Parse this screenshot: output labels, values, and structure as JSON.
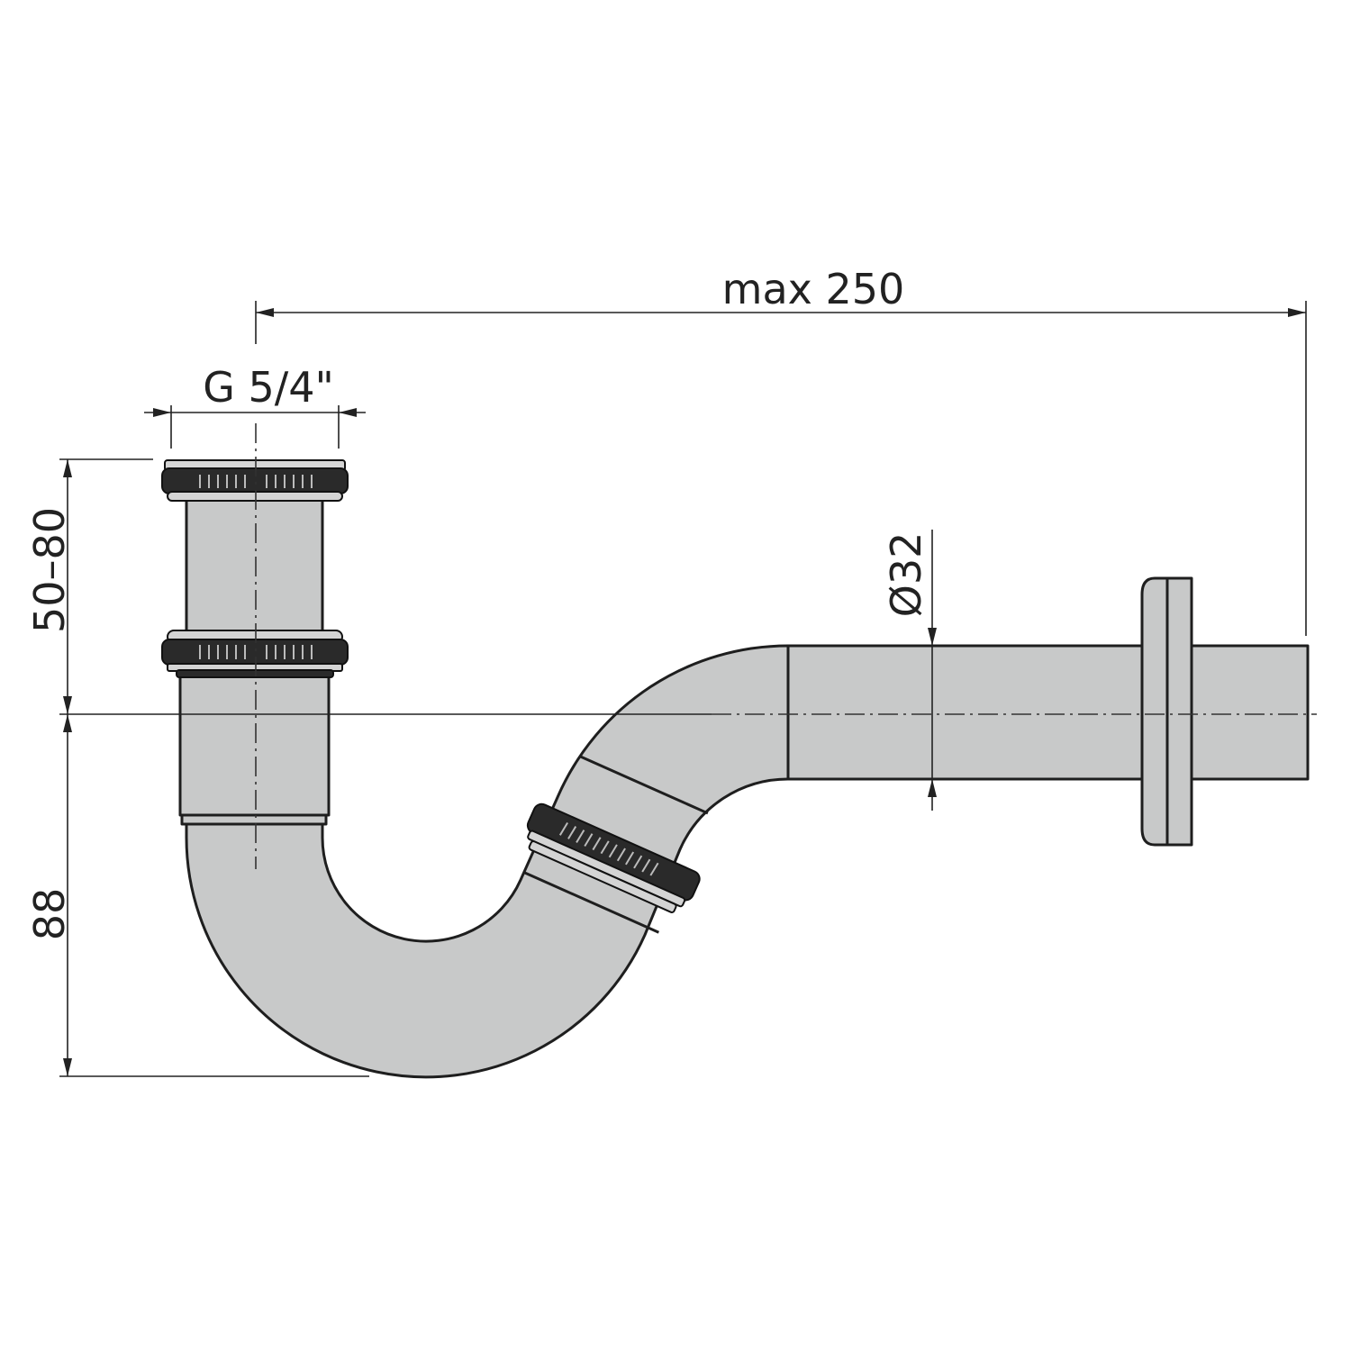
{
  "dimensions": {
    "overall_length": "max 250",
    "thread_size": "G 5/4\"",
    "height_adjustment": "50–80",
    "trap_depth": "88",
    "outlet_diameter": "Ø32"
  },
  "colors": {
    "pipe_fill": "#c8c9c9",
    "outline": "#1e1e1e",
    "nut": "#2a2a2a"
  }
}
